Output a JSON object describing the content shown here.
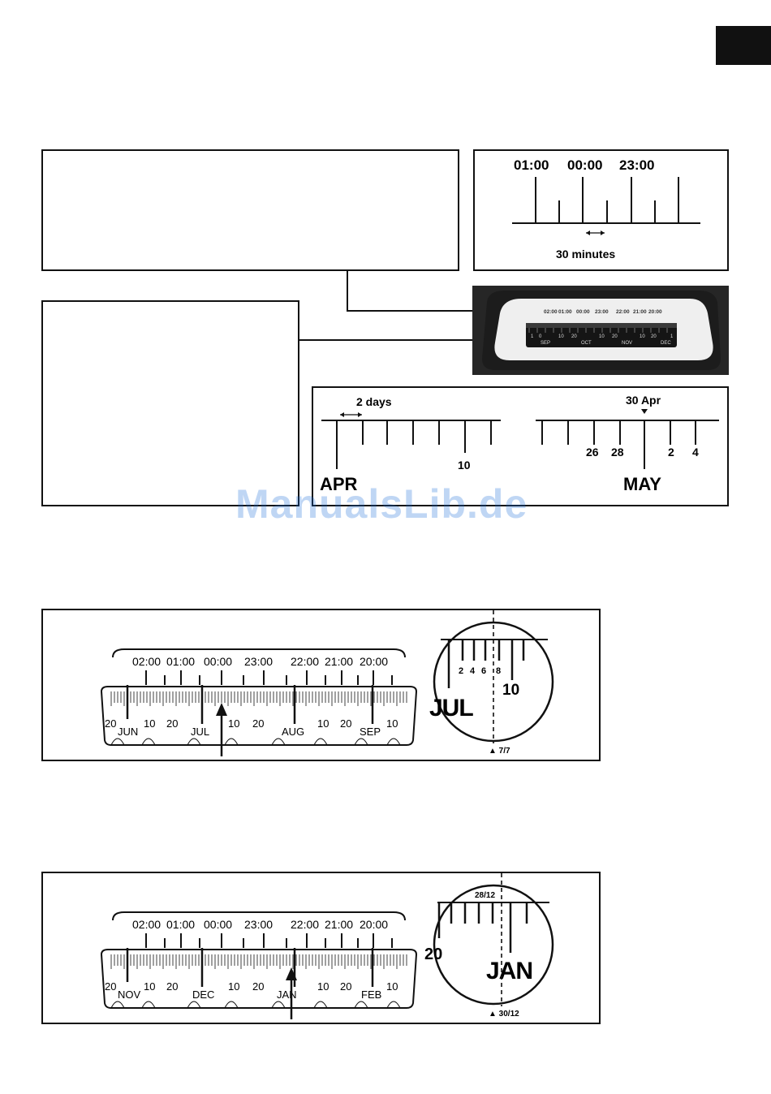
{
  "fig1": {
    "times": [
      "01:00",
      "00:00",
      "23:00"
    ],
    "interval": "30 minutes"
  },
  "fig2": {
    "photo_scale_top": [
      "02:00",
      "01:00",
      "00:00",
      "23:00",
      "22:00",
      "21:00",
      "20:00"
    ],
    "photo_scale_bottom": [
      "1",
      "0",
      "SEP",
      "10",
      "20",
      "OCT",
      "10",
      "20",
      "NOV",
      "10",
      "20",
      "DEC",
      "1"
    ]
  },
  "fig3": {
    "interval": "2 days",
    "marker": "30 Apr",
    "numbers_left": [
      "10"
    ],
    "numbers_right": [
      "26",
      "28",
      "2",
      "4"
    ],
    "month_left": "APR",
    "month_right": "MAY"
  },
  "scale1": {
    "times": [
      "02:00",
      "01:00",
      "00:00",
      "23:00",
      "22:00",
      "21:00",
      "20:00"
    ],
    "days": [
      "20",
      "10",
      "20",
      "10",
      "20",
      "10",
      "20",
      "10"
    ],
    "months": [
      "JUN",
      "JUL",
      "AUG",
      "SEP"
    ],
    "zoom_numbers": [
      "2",
      "4",
      "6",
      "8"
    ],
    "zoom_day": "10",
    "zoom_month": "JUL",
    "zoom_caption": "▲ 7/7"
  },
  "scale2": {
    "times": [
      "02:00",
      "01:00",
      "00:00",
      "23:00",
      "22:00",
      "21:00",
      "20:00"
    ],
    "days": [
      "20",
      "10",
      "20",
      "10",
      "20",
      "10",
      "20",
      "10"
    ],
    "months": [
      "NOV",
      "DEC",
      "JAN",
      "FEB"
    ],
    "zoom_top": "28/12",
    "zoom_day": "20",
    "zoom_month": "JAN",
    "zoom_caption": "▲ 30/12"
  },
  "watermark": "ManualsLib.de"
}
